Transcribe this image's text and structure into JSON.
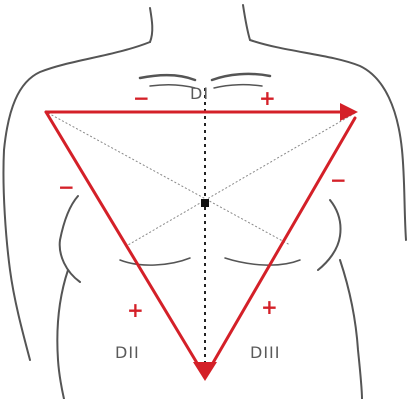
{
  "colors": {
    "triangle": "#d42028",
    "body_outline": "#555555",
    "axis_dotted": "#222222",
    "axis_faint": "#777777",
    "label_text": "#5a5a5a",
    "sign": "#d42028"
  },
  "leads": {
    "d1": {
      "label": "DI",
      "neg": "−",
      "pos": "+"
    },
    "d2": {
      "label": "DII",
      "neg": "−",
      "pos": "+"
    },
    "d3": {
      "label": "DIII",
      "neg": "−",
      "pos": "+"
    }
  }
}
